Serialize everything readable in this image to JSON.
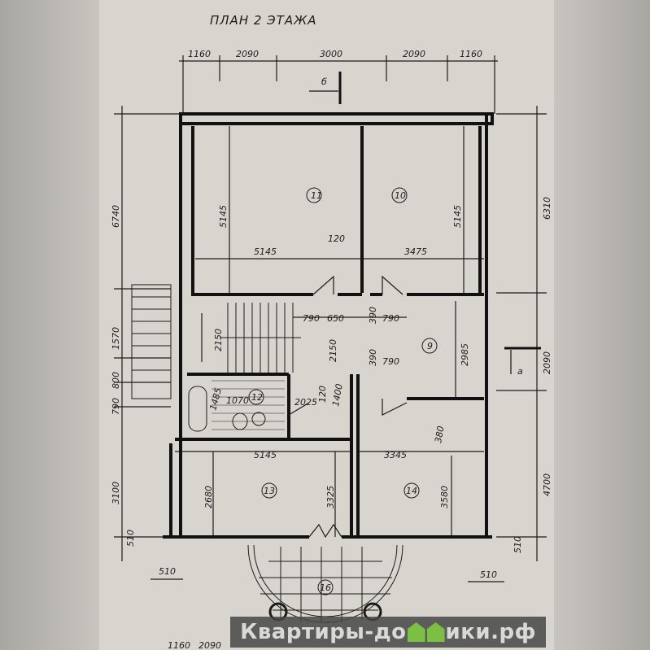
{
  "title": "ПЛАН 2 ЭТАЖА",
  "top_dims": [
    "1160",
    "2090",
    "3000",
    "2090",
    "1160"
  ],
  "bottom_dims": [
    "1160",
    "2090"
  ],
  "left_dims": [
    "6740",
    "1570",
    "800",
    "790",
    "3100",
    "510"
  ],
  "right_dims": [
    "6310",
    "2090",
    "4700",
    "510"
  ],
  "section_marks": {
    "top": "б",
    "right": "а"
  },
  "rooms": [
    {
      "id": "11"
    },
    {
      "id": "10"
    },
    {
      "id": "9"
    },
    {
      "id": "12"
    },
    {
      "id": "13"
    },
    {
      "id": "14"
    },
    {
      "id": "16"
    }
  ],
  "inner_dims": {
    "r11_height": "5145",
    "r11_width": "5145",
    "wall": "120",
    "r10_width": "3475",
    "r10_height": "5145",
    "corr_a": "790",
    "corr_b": "650",
    "corr_c": "390",
    "corr_d": "790",
    "stair_len": "2150",
    "corr_len": "2150",
    "r9_height": "2985",
    "r9_a": "390",
    "r9_b": "790",
    "bath_a": "1485",
    "bath_b": "1070",
    "bath_c": "2025",
    "bath_d": "120",
    "bath_e": "1400",
    "r14_niche": "380",
    "r13_width": "5145",
    "r14_width": "3345",
    "r13_h1": "2680",
    "r13_h2": "3325",
    "r14_height": "3580",
    "bottom_left": "510",
    "bottom_right": "510"
  },
  "watermark": {
    "text_before": "Квартиры-до",
    "text_after": "ики.рф",
    "full": "Квартиры-домики.рф",
    "accent": "#7bc043"
  }
}
